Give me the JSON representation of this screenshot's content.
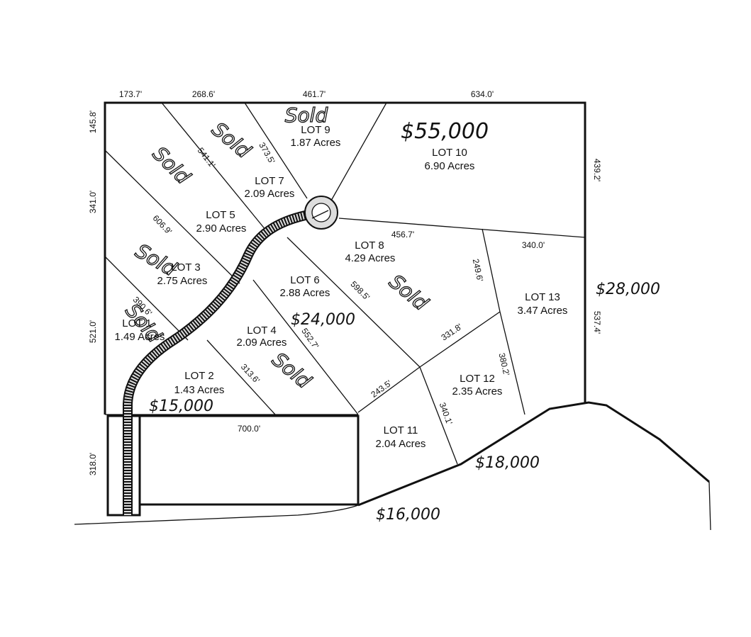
{
  "map": {
    "lots": [
      {
        "name": "LOT 1",
        "acres": "1.49 Acres",
        "status": "Sold"
      },
      {
        "name": "LOT 2",
        "acres": "1.43 Acres",
        "price": "$15,000"
      },
      {
        "name": "LOT 3",
        "acres": "2.75 Acres",
        "status": "Sold"
      },
      {
        "name": "LOT 4",
        "acres": "2.09 Acres",
        "status": "Sold"
      },
      {
        "name": "LOT 5",
        "acres": "2.90 Acres",
        "status": "Sold"
      },
      {
        "name": "LOT 6",
        "acres": "2.88 Acres",
        "price": "$24,000"
      },
      {
        "name": "LOT 7",
        "acres": "2.09 Acres",
        "status": "Sold"
      },
      {
        "name": "LOT 8",
        "acres": "4.29 Acres",
        "status": "Sold"
      },
      {
        "name": "LOT 9",
        "acres": "1.87 Acres",
        "status": "Sold"
      },
      {
        "name": "LOT 10",
        "acres": "6.90 Acres",
        "price": "$55,000"
      },
      {
        "name": "LOT 11",
        "acres": "2.04 Acres",
        "price": "$16,000"
      },
      {
        "name": "LOT 12",
        "acres": "2.35 Acres",
        "price": "$18,000"
      },
      {
        "name": "LOT 13",
        "acres": "3.47 Acres",
        "price": "$28,000"
      }
    ],
    "dimensions": {
      "top1": "173.7'",
      "top2": "268.6'",
      "top3": "461.7'",
      "top4": "634.0'",
      "left1": "145.8'",
      "left2": "341.0'",
      "left3": "521.0'",
      "left4": "318.0'",
      "right1": "439.2'",
      "right2": "537.4'",
      "d5411": "541.1'",
      "d3735": "373.5'",
      "d6069": "606.9'",
      "d3906": "390.6'",
      "d4567": "456.7'",
      "d3400": "340.0'",
      "d2496": "249.6'",
      "d5985": "598.5'",
      "d5527": "552.7'",
      "d3136": "313.6'",
      "d3318": "331.8'",
      "d3802": "380.2'",
      "d2435": "243.5'",
      "d3401": "340.1'",
      "d7000": "700.0'"
    }
  }
}
